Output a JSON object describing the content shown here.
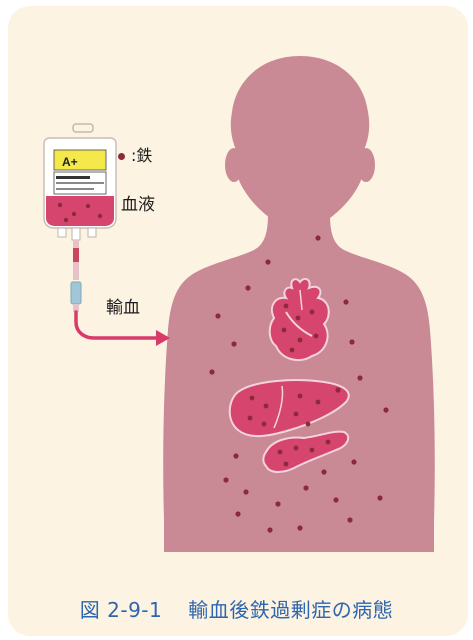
{
  "labels": {
    "bag_blood_type": "A+",
    "iron_legend": ":鉄",
    "blood_liquid": "血液",
    "transfusion": "輸血"
  },
  "caption": {
    "figure_number": "図 2-9-1",
    "title": "輸血後鉄過剰症の病態"
  },
  "colors": {
    "background": "#fcf3e3",
    "silhouette": "#c98a95",
    "organ": "#d5456e",
    "iron_dot": "#8d2a3a",
    "arrow": "#d83a6a",
    "caption": "#2e66ad",
    "bag_label": "#f4e84a"
  }
}
